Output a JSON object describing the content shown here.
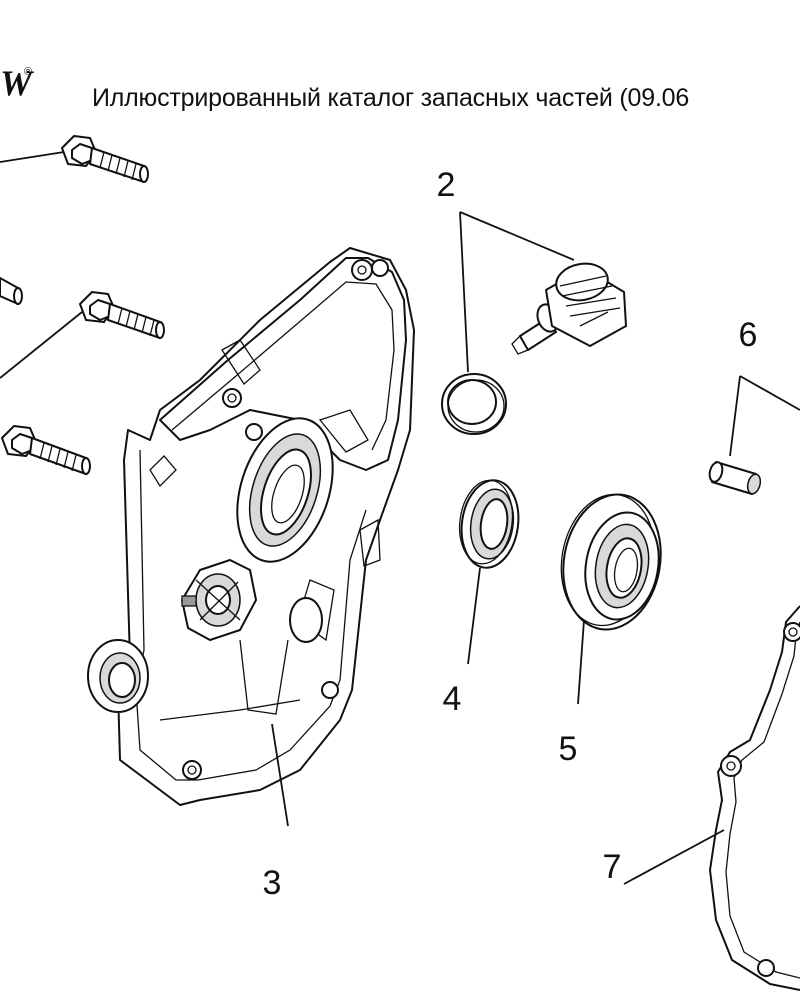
{
  "header": {
    "logo_text": "W",
    "registered_mark": "®",
    "title": "Иллюстрированный каталог запасных частей (09.06"
  },
  "callouts": [
    "2",
    "3",
    "4",
    "5",
    "6",
    "7"
  ],
  "parts": [
    "bolt-icon",
    "oil-filler-plug-icon",
    "o-ring-icon",
    "crankcase-cover-icon",
    "oil-seal-icon",
    "ball-bearing-icon",
    "dowel-pin-icon",
    "gasket-icon"
  ]
}
